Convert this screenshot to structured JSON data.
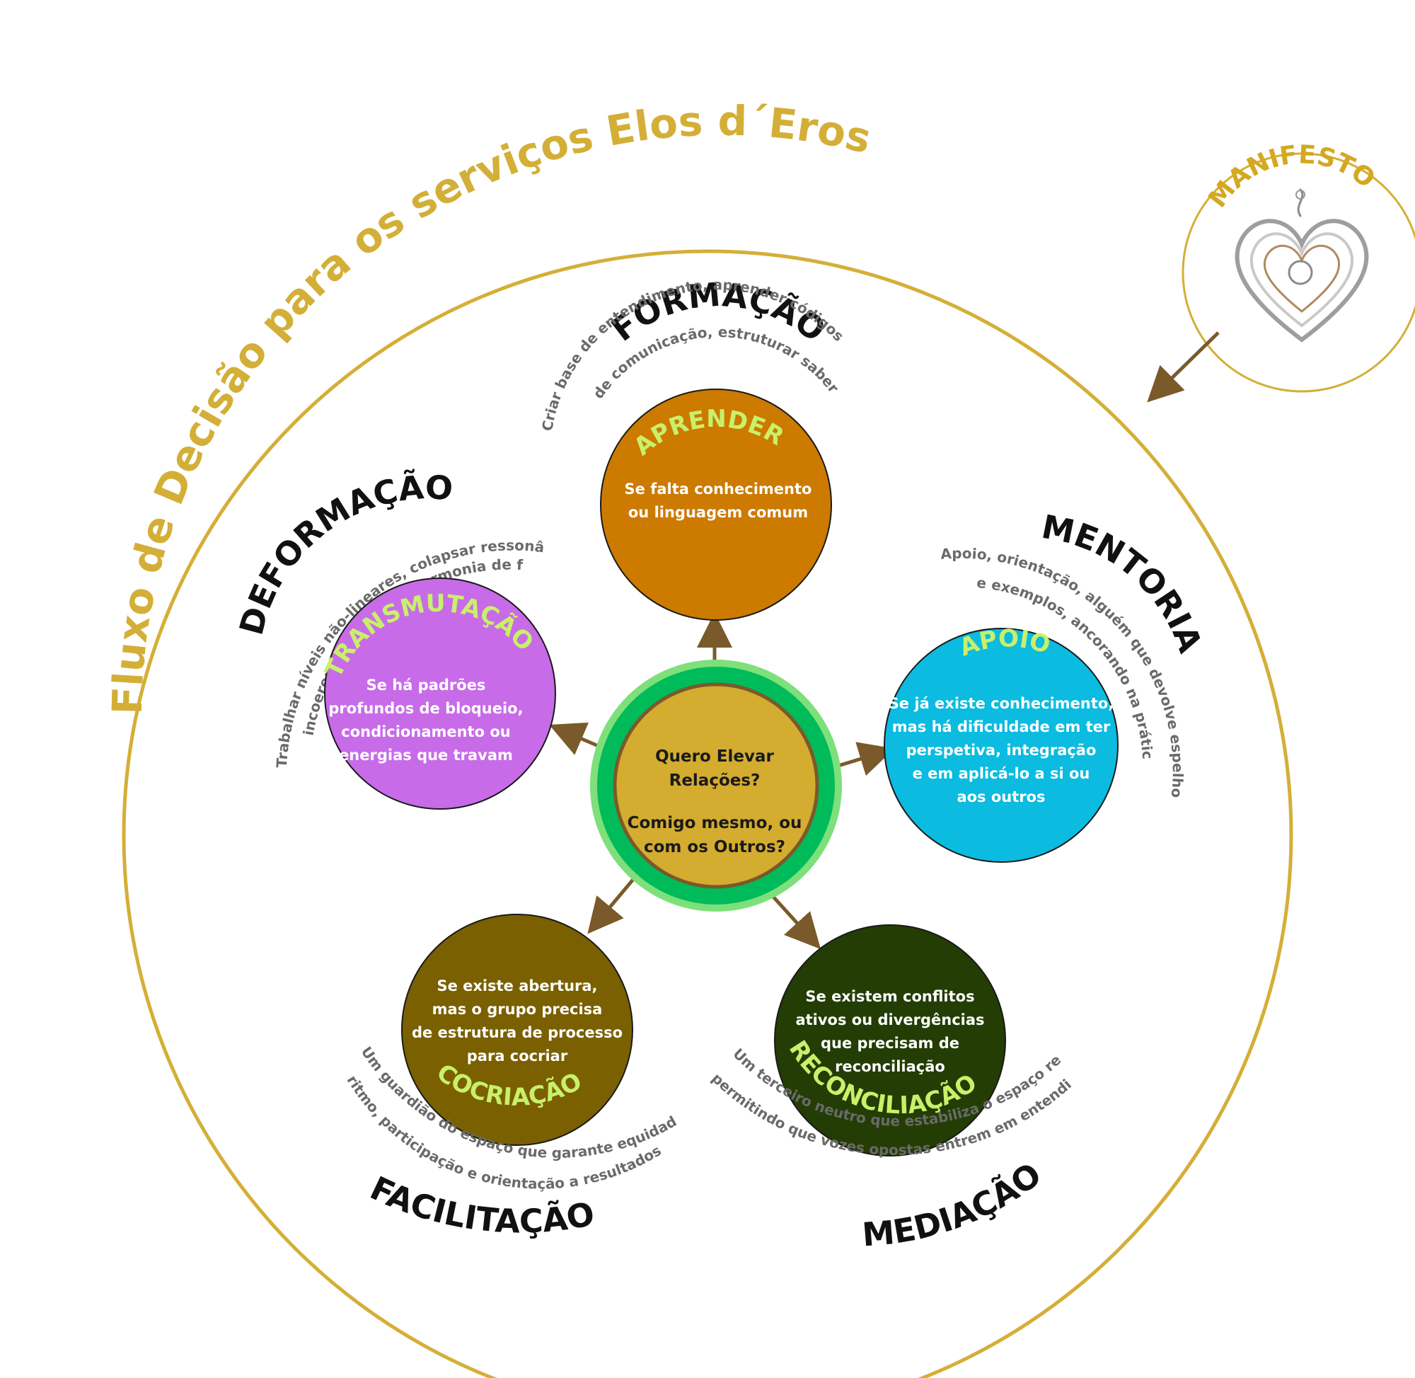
{
  "title": "Fluxo de Decisão para os serviços Elos d´Eros",
  "manifesto": {
    "label": "MANIFESTO",
    "icon": "heart-knot-icon"
  },
  "center": {
    "line1": "Quero Elevar",
    "line2": "Relações?",
    "line3": "Comigo mesmo, ou",
    "line4": "com os Outros?"
  },
  "services": {
    "formacao": {
      "title": "FORMAÇÃO",
      "desc1": "Criar base de entendimento, aprender códigos",
      "desc2": "de comunicação, estruturar saber",
      "node_label": "APRENDER",
      "node_lines": [
        "Se falta conhecimento",
        "ou linguagem comum"
      ],
      "color": "#cc7a00"
    },
    "mentoria": {
      "title": "MENTORIA",
      "desc1": "Apoio, orientação, alguém que devolve espelho",
      "desc2": "e exemplos, ancorando na prática",
      "node_label": "APOIO",
      "node_lines": [
        "Se já existe conhecimento,",
        "mas há dificuldade em ter",
        "perspetiva, integração",
        "e em aplicá-lo a si ou",
        "aos outros"
      ],
      "color": "#0bbbe0"
    },
    "mediacao": {
      "title": "MEDIAÇÃO",
      "desc1": "Um terceiro neutro que estabiliza o espaço relacional,",
      "desc2": "permitindo que vozes opostas entrem em entendimento",
      "node_label": "RECONCILIAÇÃO",
      "node_lines": [
        "Se existem conflitos",
        "ativos ou divergências",
        "que precisam de",
        "reconciliação"
      ],
      "color": "#233d04"
    },
    "facilitacao": {
      "title": "FACILITAÇÃO",
      "desc1": "Um guardião do espaço que garante equidade,",
      "desc2": "ritmo, participação e orientação a resultados",
      "node_label": "COCRIAÇÃO",
      "node_lines": [
        "Se existe abertura,",
        "mas o grupo precisa",
        "de estrutura de processo",
        "para cocriar"
      ],
      "color": "#7a6000"
    },
    "deformacao": {
      "title": "DEFORMAÇÃO",
      "desc1": "Trabalhar níveis não-lineares, colapsar ressonâncias",
      "desc2": "incoerentes e reativar harmonia de fundo",
      "node_label": "TRANSMUTAÇÃO",
      "node_lines": [
        "Se há padrões",
        "profundos de bloqueio,",
        "condicionamento ou",
        "energias que travam"
      ],
      "color": "#c86be8"
    }
  },
  "colors": {
    "gold": "#d4af37",
    "arrow": "#7a5a2a",
    "center_fill": "#d4ac30",
    "center_ring": "#00bb5a",
    "center_ring_outer": "#7de07a"
  }
}
